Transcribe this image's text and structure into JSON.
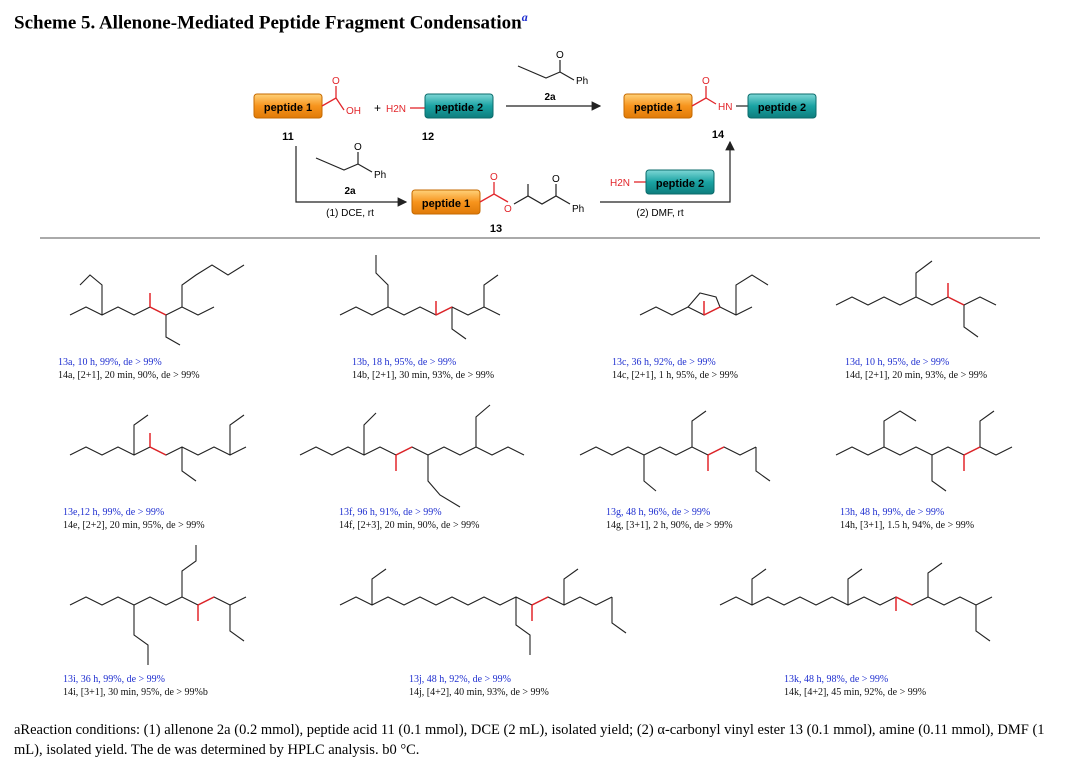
{
  "title": "Scheme 5. Allenone-Mediated Peptide Fragment Condensation",
  "title_sup": "a",
  "colors": {
    "orange": "#f7941d",
    "teal": "#1aa3a3",
    "red": "#e2262b",
    "blue": "#1f2fd0"
  },
  "scheme": {
    "peptide1": "peptide 1",
    "peptide2": "peptide 2",
    "oh": "OH",
    "plus": "+",
    "h2n": "H2N",
    "hn": "HN",
    "ph": "Ph",
    "o": "O",
    "cmp_2a": "2a",
    "cmp_11": "11",
    "cmp_12": "12",
    "cmp_13": "13",
    "cmp_14": "14",
    "cond_1": "(1) DCE, rt",
    "cond_2": "(2) DMF, rt"
  },
  "entries": [
    {
      "a": "13a, 10 h, 99%, de > 99%",
      "b": "14a, [2+1], 20 min, 90%, de > 99%"
    },
    {
      "a": "13b, 18 h, 95%, de > 99%",
      "b": "14b, [2+1], 30 min, 93%, de > 99%"
    },
    {
      "a": "13c, 36 h, 92%, de > 99%",
      "b": "14c, [2+1], 1 h, 95%, de > 99%"
    },
    {
      "a": "13d, 10 h, 95%, de > 99%",
      "b": "14d, [2+1], 20 min, 93%, de > 99%"
    },
    {
      "a": "13e,12 h, 99%, de > 99%",
      "b": "14e, [2+2], 20 min, 95%, de > 99%"
    },
    {
      "a": "13f, 96 h, 91%, de > 99%",
      "b": "14f, [2+3], 20 min, 90%, de > 99%"
    },
    {
      "a": "13g, 48 h, 96%, de > 99%",
      "b": "14g, [3+1], 2 h, 90%, de > 99%"
    },
    {
      "a": "13h, 48 h, 99%, de > 99%",
      "b": "14h, [3+1], 1.5 h, 94%, de > 99%"
    },
    {
      "a": "13i, 36 h, 99%, de > 99%",
      "b": "14i, [3+1], 30 min, 95%, de > 99%b"
    },
    {
      "a": "13j, 48 h, 92%, de > 99%",
      "b": "14j, [4+2], 40 min, 93%, de > 99%"
    },
    {
      "a": "13k, 48 h, 98%, de > 99%",
      "b": "14k, [4+2], 45 min, 92%, de > 99%"
    }
  ],
  "footnote": "aReaction conditions: (1) allenone 2a (0.2 mmol), peptide acid 11 (0.1 mmol), DCE (2 mL), isolated yield; (2) α-carbonyl vinyl ester 13 (0.1 mmol), amine (0.11 mmol), DMF (1 mL), isolated yield. The de was determined by HPLC analysis. b0 °C."
}
